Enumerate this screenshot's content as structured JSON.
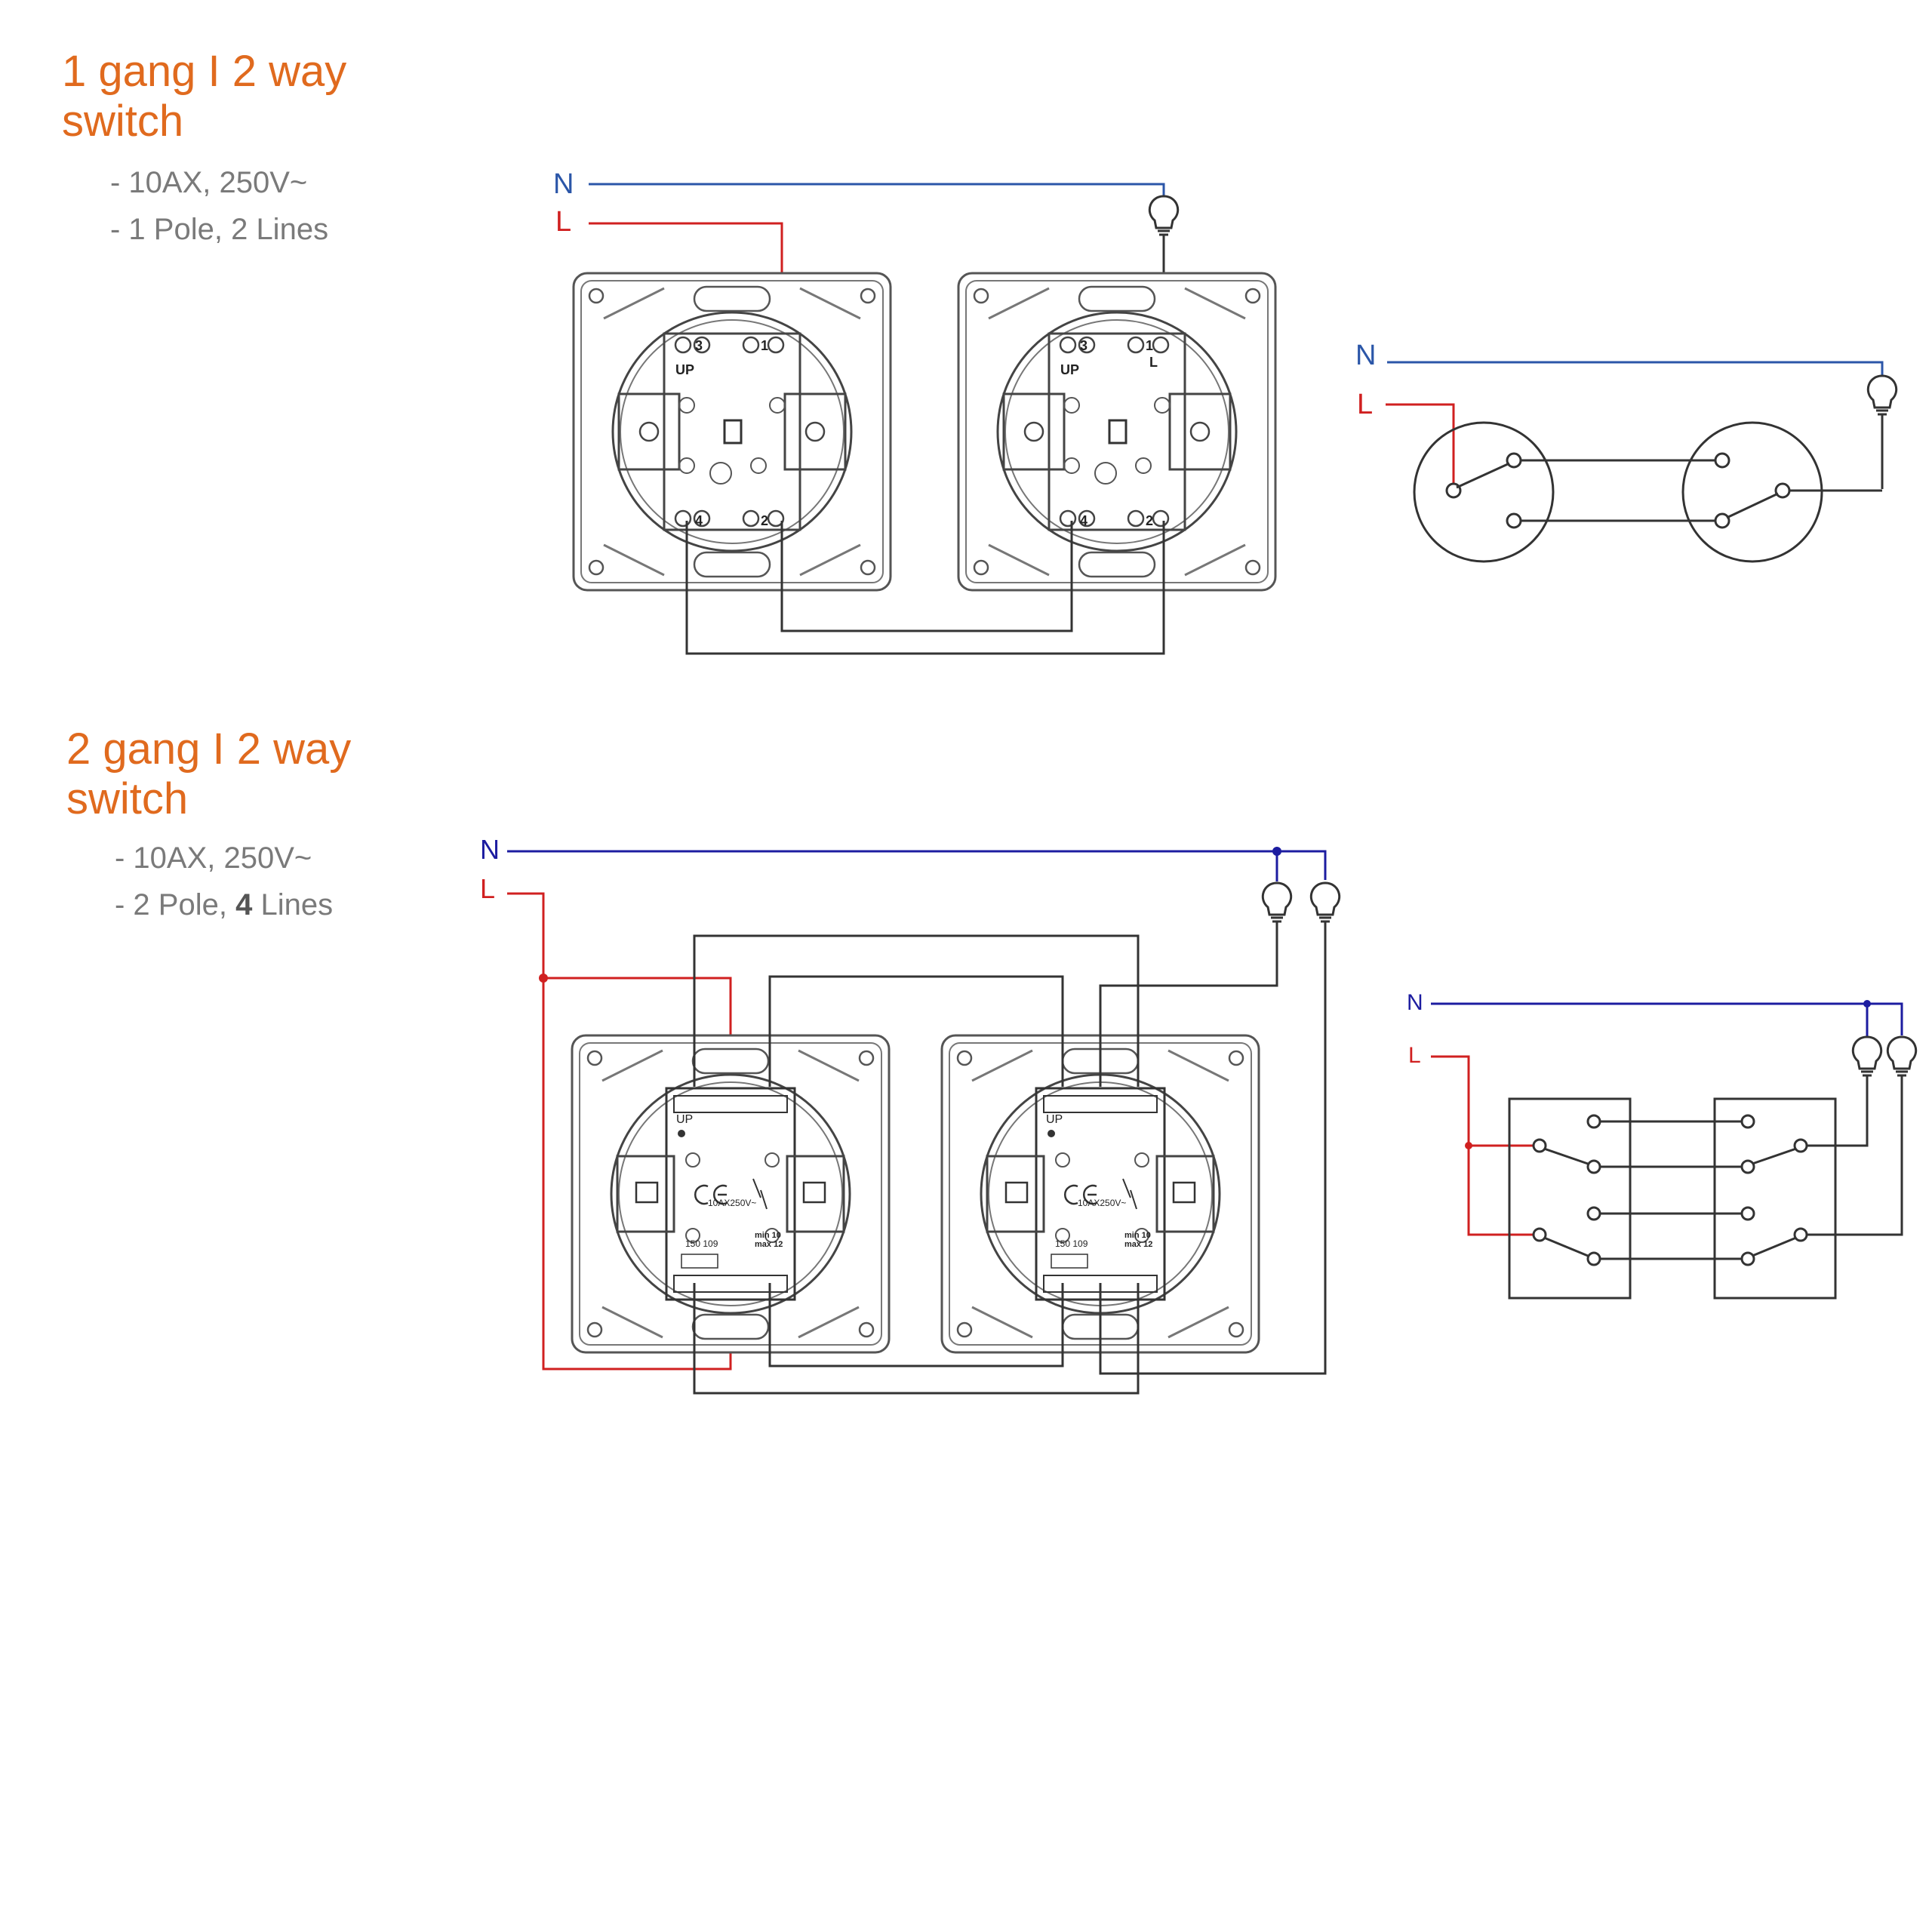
{
  "section1": {
    "title_line1": "1 gang I 2 way",
    "title_line2": "switch",
    "spec1": "- 10AX, 250V~",
    "spec2": "- 1 Pole, 2 Lines"
  },
  "section2": {
    "title_line1": "2 gang I 2 way",
    "title_line2": "switch",
    "spec1": "- 10AX, 250V~",
    "spec2_prefix": "- 2 Pole, ",
    "spec2_bold": "4",
    "spec2_suffix": " Lines"
  },
  "labels": {
    "neutral": "N",
    "live": "L",
    "up": "UP",
    "t1": "1",
    "t2": "2",
    "t3": "3",
    "t4": "4",
    "rating": "10AX250V~",
    "code": "150 109",
    "code2": "150 109",
    "min_label": "min 10",
    "max_label": "max 12"
  },
  "colors": {
    "neutral_wire": "#2b56a8",
    "live_wire": "#d02020",
    "neutral_wire_2": "#1c1ca0",
    "wire": "#333333",
    "title": "#e06a1e",
    "spec": "#7a7a7a"
  }
}
